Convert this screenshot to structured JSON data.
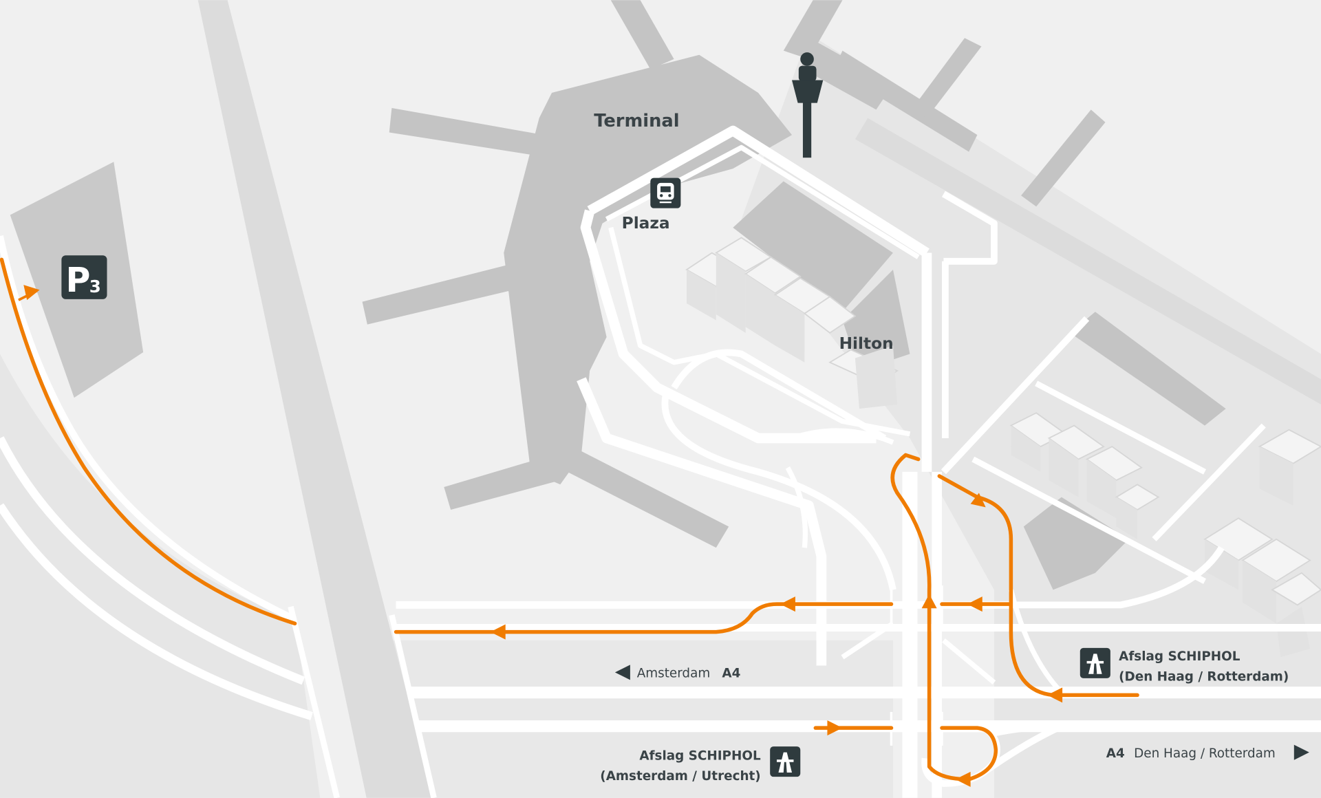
{
  "labels": {
    "terminal": "Terminal",
    "plaza": "Plaza",
    "hilton": "Hilton",
    "parking": "P",
    "parking_sub": "3",
    "westbound": "Amsterdam",
    "westbound_road": "A4",
    "eastbound_road": "A4",
    "eastbound": "Den Haag / Rotterdam",
    "exit_east_line1": "Afslag SCHIPHOL",
    "exit_east_line2": "(Den Haag / Rotterdam)",
    "exit_west_line1": "Afslag SCHIPHOL",
    "exit_west_line2": "(Amsterdam / Utrecht)"
  },
  "icons": {
    "train": "train-station-icon",
    "tower": "control-tower-icon",
    "motorway_exit": "motorway-exit-icon",
    "parking": "parking-icon"
  },
  "colors": {
    "background": "#f0f0f0",
    "building": "#c4c4c4",
    "road": "#ffffff",
    "route": "#f07c00",
    "icon": "#2f3b3e",
    "text": "#3a4347"
  }
}
